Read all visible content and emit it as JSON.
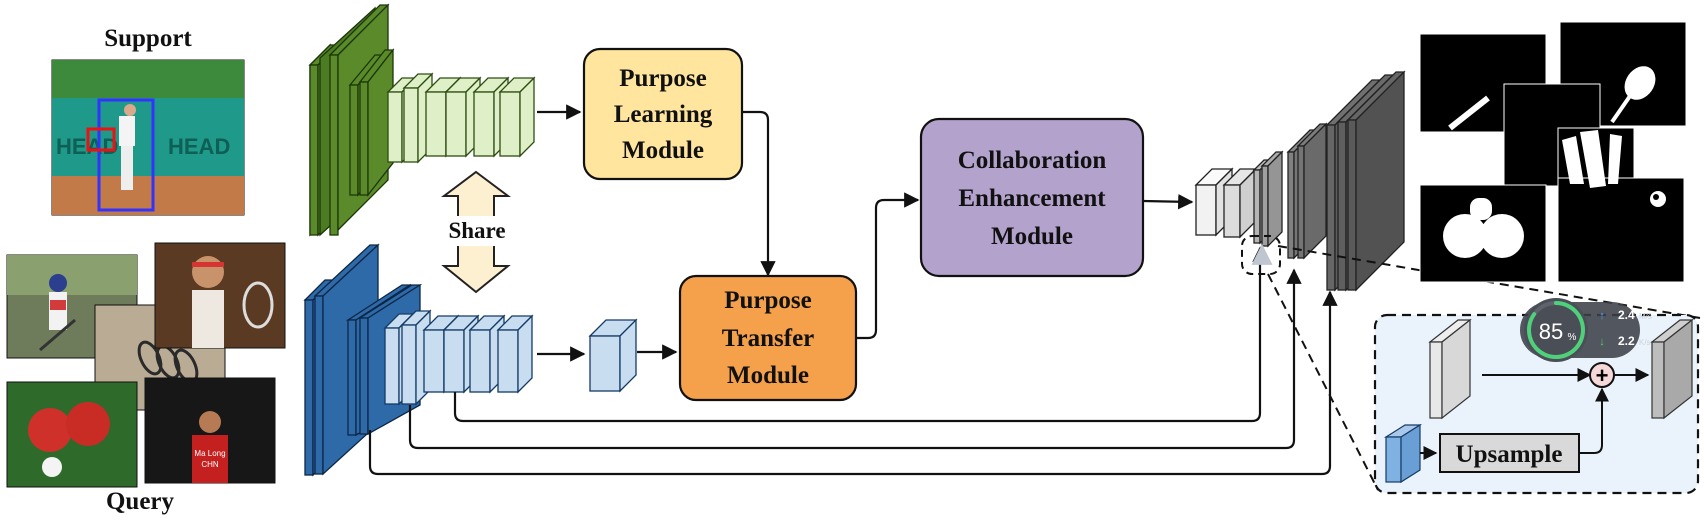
{
  "labels": {
    "support": "Support",
    "query": "Query",
    "share": "Share",
    "plm": [
      "Purpose",
      "Learning",
      "Module"
    ],
    "ptm": [
      "Purpose",
      "Transfer",
      "Module"
    ],
    "cem": [
      "Collaboration",
      "Enhancement",
      "Module"
    ],
    "upsample": "Upsample",
    "plus": "+"
  },
  "jersey_text": [
    "Ma Long",
    "CHN"
  ],
  "net_widget": {
    "percent": "85",
    "percent_unit": "%",
    "up_speed": "2.4",
    "down_speed": "2.2",
    "up_unit": "M/s",
    "down_unit": "K/s",
    "percent_value": 0.85
  },
  "colors": {
    "green_dark": "#5a8a2a",
    "green_light": "#dff0c8",
    "blue_dark": "#2f6aa8",
    "blue_light": "#c9ddf1",
    "plm_fill": "#ffe59e",
    "ptm_fill": "#f5a04a",
    "cem_fill": "#b3a2cc",
    "decoder_gray": "#6b6b6b",
    "upsample_panel": "#eaf3fb"
  }
}
